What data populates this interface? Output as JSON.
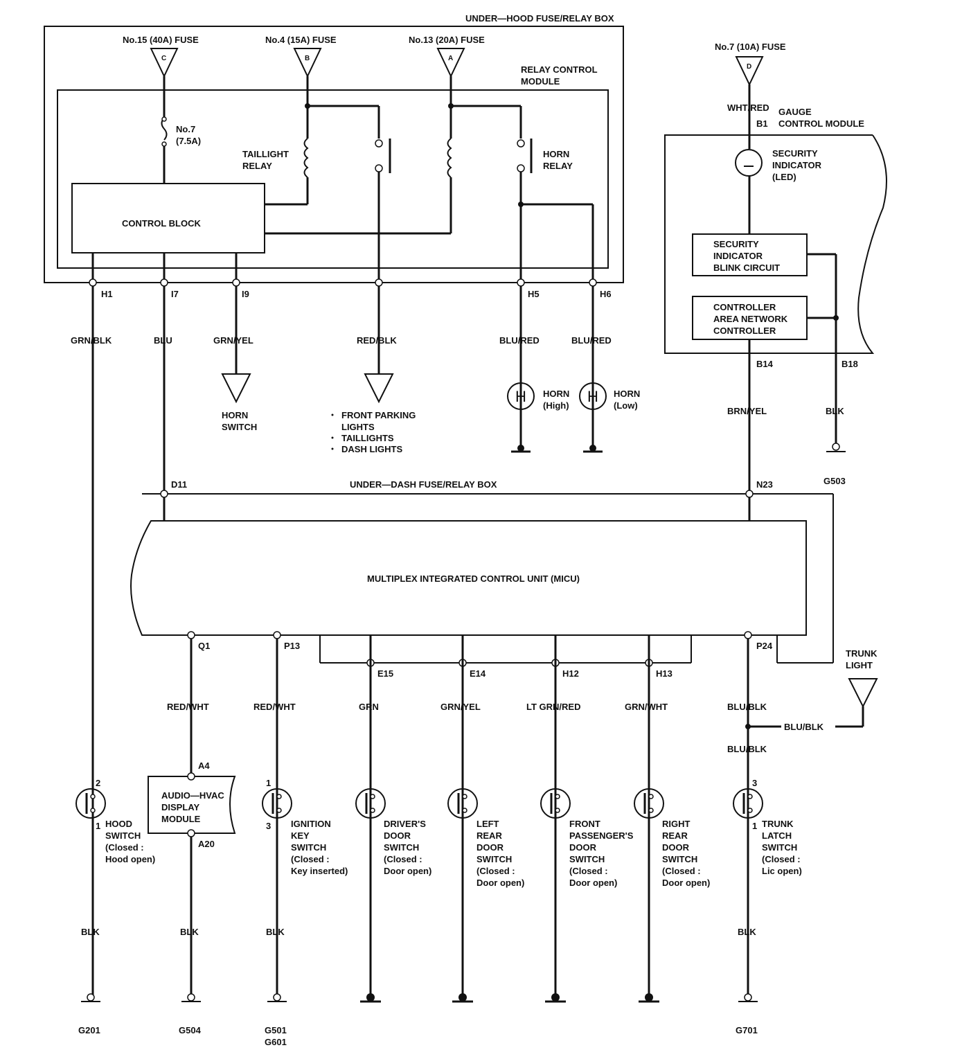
{
  "boxes": {
    "under_hood": "UNDER—HOOD FUSE/RELAY BOX",
    "relay_module_1": "RELAY CONTROL",
    "relay_module_2": "MODULE",
    "control_block": "CONTROL BLOCK",
    "gauge_1": "GAUGE",
    "gauge_2": "CONTROL MODULE",
    "under_dash": "UNDER—DASH FUSE/RELAY BOX",
    "micu": "MULTIPLEX INTEGRATED CONTROL UNIT (MICU)",
    "sec_led": [
      "SECURITY",
      "INDICATOR",
      "(LED)"
    ],
    "blink": [
      "SECURITY",
      "INDICATOR",
      "BLINK CIRCUIT"
    ],
    "can": [
      "CONTROLLER",
      "AREA NETWORK",
      "CONTROLLER"
    ],
    "audio": [
      "AUDIO—HVAC",
      "DISPLAY",
      "MODULE"
    ]
  },
  "fuses": {
    "f15": "No.15 (40A) FUSE",
    "f4": "No.4 (15A) FUSE",
    "f13": "No.13 (20A) FUSE",
    "f7": "No.7 (10A) FUSE",
    "f7_small_1": "No.7",
    "f7_small_2": "(7.5A)",
    "letter_c": "C",
    "letter_b": "B",
    "letter_a": "A",
    "letter_d": "D"
  },
  "relays": {
    "taillight_1": "TAILLIGHT",
    "taillight_2": "RELAY",
    "horn_1": "HORN",
    "horn_2": "RELAY"
  },
  "connectors": {
    "H1": "H1",
    "I7": "I7",
    "I9": "I9",
    "H5": "H5",
    "H6": "H6",
    "B1": "B1",
    "B14": "B14",
    "B18": "B18",
    "D11": "D11",
    "N23": "N23",
    "Q1": "Q1",
    "P13": "P13",
    "E15": "E15",
    "E14": "E14",
    "H12": "H12",
    "H13": "H13",
    "P24": "P24",
    "A4": "A4",
    "A20": "A20"
  },
  "wires": {
    "grn_blk": "GRN/BLK",
    "blu": "BLU",
    "grn_yel": "GRN/YEL",
    "red_blk": "RED/BLK",
    "blu_red_1": "BLU/RED",
    "blu_red_2": "BLU/RED",
    "wht_red": "WHT/RED",
    "brn_yel": "BRN/YEL",
    "blk_gauge": "BLK",
    "red_wht_1": "RED/WHT",
    "red_wht_2": "RED/WHT",
    "grn": "GRN",
    "grn_yel_2": "GRN/YEL",
    "lt_grn_red": "LT GRN/RED",
    "grn_wht": "GRN/WHT",
    "blu_blk_1": "BLU/BLK",
    "blu_blk_2": "BLU/BLK",
    "blu_blk_3": "BLU/BLK",
    "blk_1": "BLK",
    "blk_2": "BLK",
    "blk_3": "BLK",
    "blk_4": "BLK"
  },
  "loads": {
    "horn_switch": [
      "HORN",
      "SWITCH"
    ],
    "front_lights": [
      "FRONT PARKING",
      "LIGHTS",
      "TAILLIGHTS",
      "DASH LIGHTS"
    ],
    "horn_letter": "H",
    "horn_high": [
      "HORN",
      "(High)"
    ],
    "horn_low": [
      "HORN",
      "(Low)"
    ],
    "trunk_light": [
      "TRUNK",
      "LIGHT"
    ]
  },
  "switches": {
    "hood": [
      "HOOD",
      "SWITCH",
      "(Closed :",
      "Hood open)"
    ],
    "ignition": [
      "IGNITION",
      "KEY",
      "SWITCH",
      "(Closed :",
      "Key inserted)"
    ],
    "driver": [
      "DRIVER'S",
      "DOOR",
      "SWITCH",
      "(Closed :",
      "Door open)"
    ],
    "left_rear": [
      "LEFT",
      "REAR",
      "DOOR",
      "SWITCH",
      "(Closed :",
      "Door open)"
    ],
    "front_pass": [
      "FRONT",
      "PASSENGER'S",
      "DOOR",
      "SWITCH",
      "(Closed :",
      "Door open)"
    ],
    "right_rear": [
      "RIGHT",
      "REAR",
      "DOOR",
      "SWITCH",
      "(Closed :",
      "Door open)"
    ],
    "trunk": [
      "TRUNK",
      "LATCH",
      "SWITCH",
      "(Closed :",
      "Lic open)"
    ],
    "pin_2": "2",
    "pin_1a": "1",
    "pin_1b": "1",
    "pin_3a": "3",
    "pin_3b": "3",
    "pin_1c": "1"
  },
  "grounds": {
    "g201": "G201",
    "g504": "G504",
    "g501": "G501",
    "g601": "G601",
    "g701": "G701",
    "g503": "G503"
  }
}
